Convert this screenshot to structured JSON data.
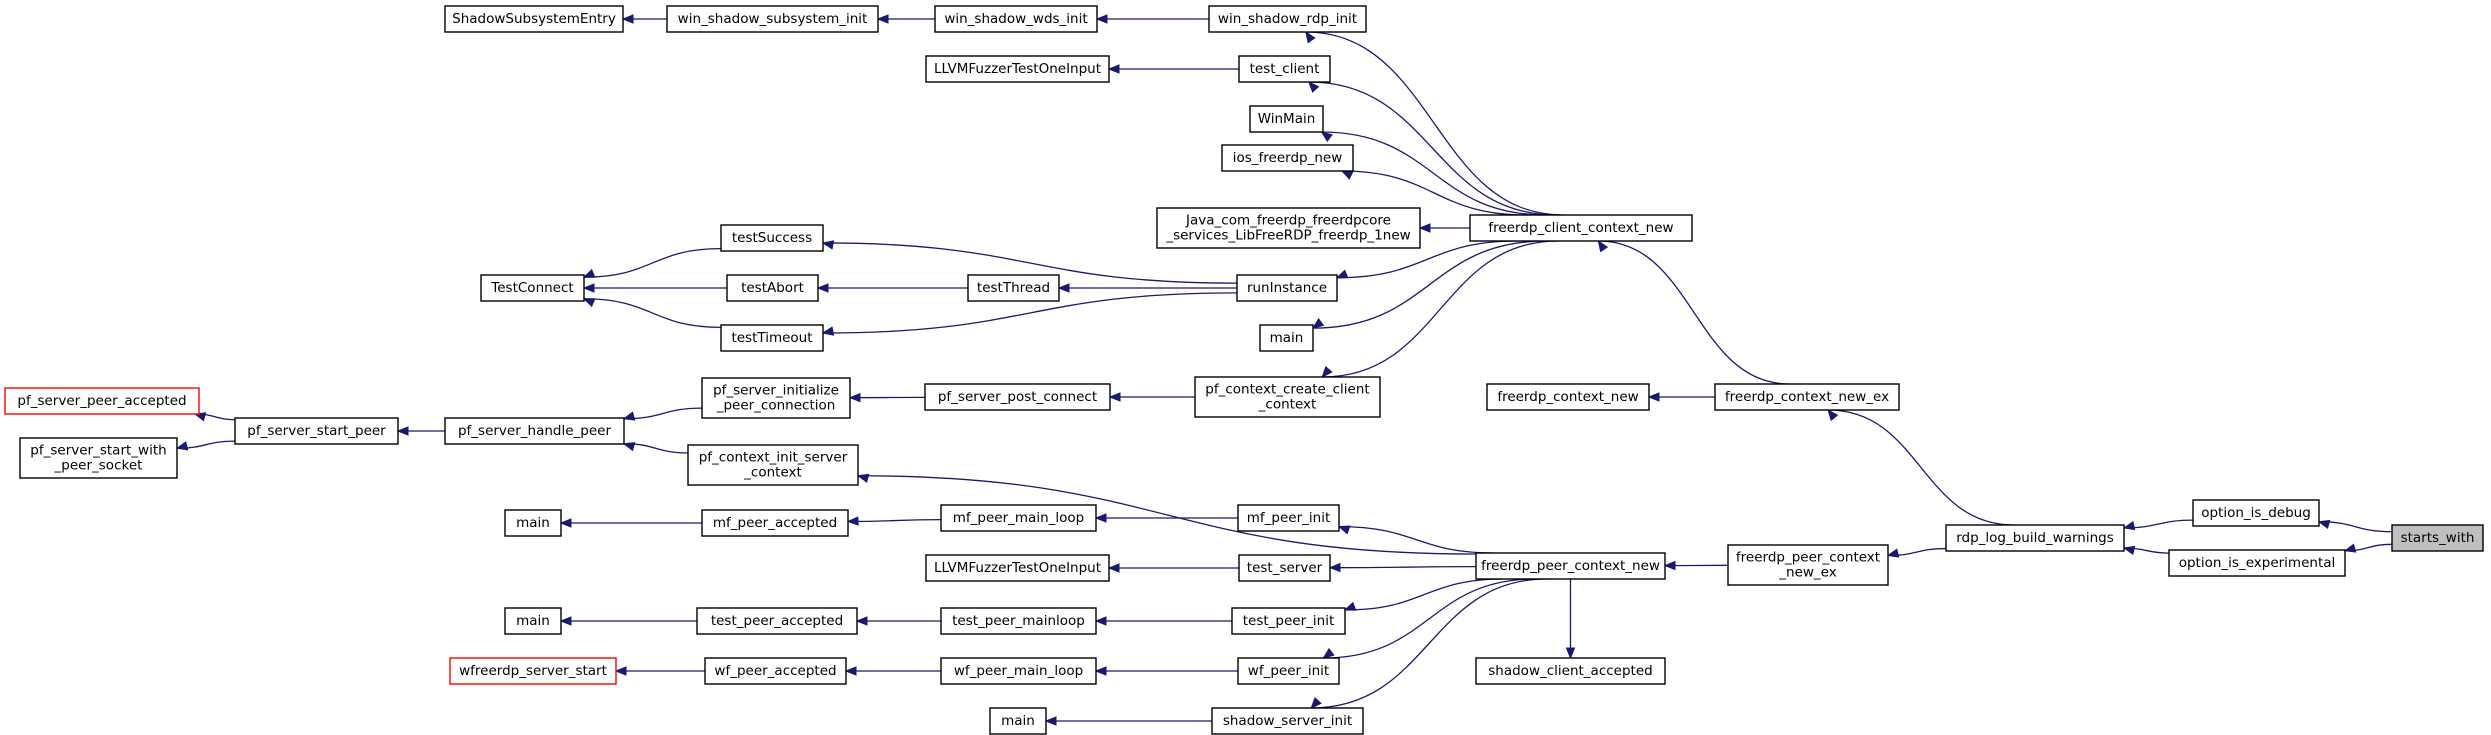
{
  "diagram": {
    "target": "starts_with",
    "nodes": [
      {
        "id": "sse",
        "label": [
          "ShadowSubsystemEntry"
        ]
      },
      {
        "id": "wssi",
        "label": [
          "win_shadow_subsystem_init"
        ]
      },
      {
        "id": "wswi",
        "label": [
          "win_shadow_wds_init"
        ]
      },
      {
        "id": "wsri",
        "label": [
          "win_shadow_rdp_init"
        ]
      },
      {
        "id": "llvm1",
        "label": [
          "LLVMFuzzerTestOneInput"
        ]
      },
      {
        "id": "tc",
        "label": [
          "test_client"
        ]
      },
      {
        "id": "winmain",
        "label": [
          "WinMain"
        ]
      },
      {
        "id": "ios",
        "label": [
          "ios_freerdp_new"
        ]
      },
      {
        "id": "java",
        "label": [
          "Java_com_freerdp_freerdpcore",
          "_services_LibFreeRDP_freerdp_1new"
        ]
      },
      {
        "id": "fccn",
        "label": [
          "freerdp_client_context_new"
        ]
      },
      {
        "id": "tconn",
        "label": [
          "TestConnect"
        ]
      },
      {
        "id": "tsucc",
        "label": [
          "testSuccess"
        ]
      },
      {
        "id": "tabort",
        "label": [
          "testAbort"
        ]
      },
      {
        "id": "ttime",
        "label": [
          "testTimeout"
        ]
      },
      {
        "id": "tthread",
        "label": [
          "testThread"
        ]
      },
      {
        "id": "runi",
        "label": [
          "runInstance"
        ]
      },
      {
        "id": "main1",
        "label": [
          "main"
        ]
      },
      {
        "id": "pfspa",
        "label": [
          "pf_server_peer_accepted"
        ],
        "truncated": true
      },
      {
        "id": "pfsws",
        "label": [
          "pf_server_start_with",
          "_peer_socket"
        ]
      },
      {
        "id": "pfssp",
        "label": [
          "pf_server_start_peer"
        ]
      },
      {
        "id": "pfshp",
        "label": [
          "pf_server_handle_peer"
        ]
      },
      {
        "id": "pfsipc",
        "label": [
          "pf_server_initialize",
          "_peer_connection"
        ]
      },
      {
        "id": "pfspc",
        "label": [
          "pf_server_post_connect"
        ]
      },
      {
        "id": "pfccc",
        "label": [
          "pf_context_create_client",
          "_context"
        ]
      },
      {
        "id": "pfcisc",
        "label": [
          "pf_context_init_server",
          "_context"
        ]
      },
      {
        "id": "fcn",
        "label": [
          "freerdp_context_new"
        ]
      },
      {
        "id": "fcnex",
        "label": [
          "freerdp_context_new_ex"
        ]
      },
      {
        "id": "main2",
        "label": [
          "main"
        ]
      },
      {
        "id": "mfpa",
        "label": [
          "mf_peer_accepted"
        ]
      },
      {
        "id": "mfpml",
        "label": [
          "mf_peer_main_loop"
        ]
      },
      {
        "id": "mfpi",
        "label": [
          "mf_peer_init"
        ]
      },
      {
        "id": "llvm2",
        "label": [
          "LLVMFuzzerTestOneInput"
        ]
      },
      {
        "id": "tserv",
        "label": [
          "test_server"
        ]
      },
      {
        "id": "fpcn",
        "label": [
          "freerdp_peer_context_new"
        ]
      },
      {
        "id": "fpcnex",
        "label": [
          "freerdp_peer_context",
          "_new_ex"
        ]
      },
      {
        "id": "main3",
        "label": [
          "main"
        ]
      },
      {
        "id": "tpa",
        "label": [
          "test_peer_accepted"
        ]
      },
      {
        "id": "tpml",
        "label": [
          "test_peer_mainloop"
        ]
      },
      {
        "id": "tpi",
        "label": [
          "test_peer_init"
        ]
      },
      {
        "id": "wfss",
        "label": [
          "wfreerdp_server_start"
        ],
        "truncated": true
      },
      {
        "id": "wfpa",
        "label": [
          "wf_peer_accepted"
        ]
      },
      {
        "id": "wfpml",
        "label": [
          "wf_peer_main_loop"
        ]
      },
      {
        "id": "wfpi",
        "label": [
          "wf_peer_init"
        ]
      },
      {
        "id": "sca",
        "label": [
          "shadow_client_accepted"
        ]
      },
      {
        "id": "main4",
        "label": [
          "main"
        ]
      },
      {
        "id": "ssi",
        "label": [
          "shadow_server_init"
        ]
      },
      {
        "id": "rlbw",
        "label": [
          "rdp_log_build_warnings"
        ]
      },
      {
        "id": "oid",
        "label": [
          "option_is_debug"
        ]
      },
      {
        "id": "oie",
        "label": [
          "option_is_experimental"
        ]
      },
      {
        "id": "sw",
        "label": [
          "starts_with"
        ],
        "highlight": true
      }
    ],
    "edges": [
      [
        "sse",
        "wssi"
      ],
      [
        "wssi",
        "wswi"
      ],
      [
        "wswi",
        "wsri"
      ],
      [
        "wsri",
        "fccn"
      ],
      [
        "llvm1",
        "tc"
      ],
      [
        "tc",
        "fccn"
      ],
      [
        "winmain",
        "fccn"
      ],
      [
        "ios",
        "fccn"
      ],
      [
        "java",
        "fccn"
      ],
      [
        "runi",
        "fccn"
      ],
      [
        "main1",
        "fccn"
      ],
      [
        "pfccc",
        "fccn"
      ],
      [
        "tconn",
        "tsucc"
      ],
      [
        "tconn",
        "tabort"
      ],
      [
        "tconn",
        "ttime"
      ],
      [
        "tsucc",
        "runi"
      ],
      [
        "tabort",
        "tthread"
      ],
      [
        "tthread",
        "runi"
      ],
      [
        "ttime",
        "runi"
      ],
      [
        "pfspa",
        "pfssp"
      ],
      [
        "pfsws",
        "pfssp"
      ],
      [
        "pfssp",
        "pfshp"
      ],
      [
        "pfshp",
        "pfsipc"
      ],
      [
        "pfshp",
        "pfcisc"
      ],
      [
        "pfsipc",
        "pfspc"
      ],
      [
        "pfspc",
        "pfccc"
      ],
      [
        "pfcisc",
        "fpcn"
      ],
      [
        "fccn",
        "fcnex"
      ],
      [
        "fcn",
        "fcnex"
      ],
      [
        "fcnex",
        "rlbw"
      ],
      [
        "main2",
        "mfpa"
      ],
      [
        "mfpa",
        "mfpml"
      ],
      [
        "mfpml",
        "mfpi"
      ],
      [
        "mfpi",
        "fpcn"
      ],
      [
        "llvm2",
        "tserv"
      ],
      [
        "tserv",
        "fpcn"
      ],
      [
        "main3",
        "tpa"
      ],
      [
        "tpa",
        "tpml"
      ],
      [
        "tpml",
        "tpi"
      ],
      [
        "tpi",
        "fpcn"
      ],
      [
        "wfss",
        "wfpa"
      ],
      [
        "wfpa",
        "wfpml"
      ],
      [
        "wfpml",
        "wfpi"
      ],
      [
        "wfpi",
        "fpcn"
      ],
      [
        "sca",
        "fpcn"
      ],
      [
        "main4",
        "ssi"
      ],
      [
        "ssi",
        "fpcn"
      ],
      [
        "fpcn",
        "fpcnex"
      ],
      [
        "fpcnex",
        "rlbw"
      ],
      [
        "rlbw",
        "oid"
      ],
      [
        "rlbw",
        "oie"
      ],
      [
        "oid",
        "sw"
      ],
      [
        "oie",
        "sw"
      ]
    ]
  }
}
